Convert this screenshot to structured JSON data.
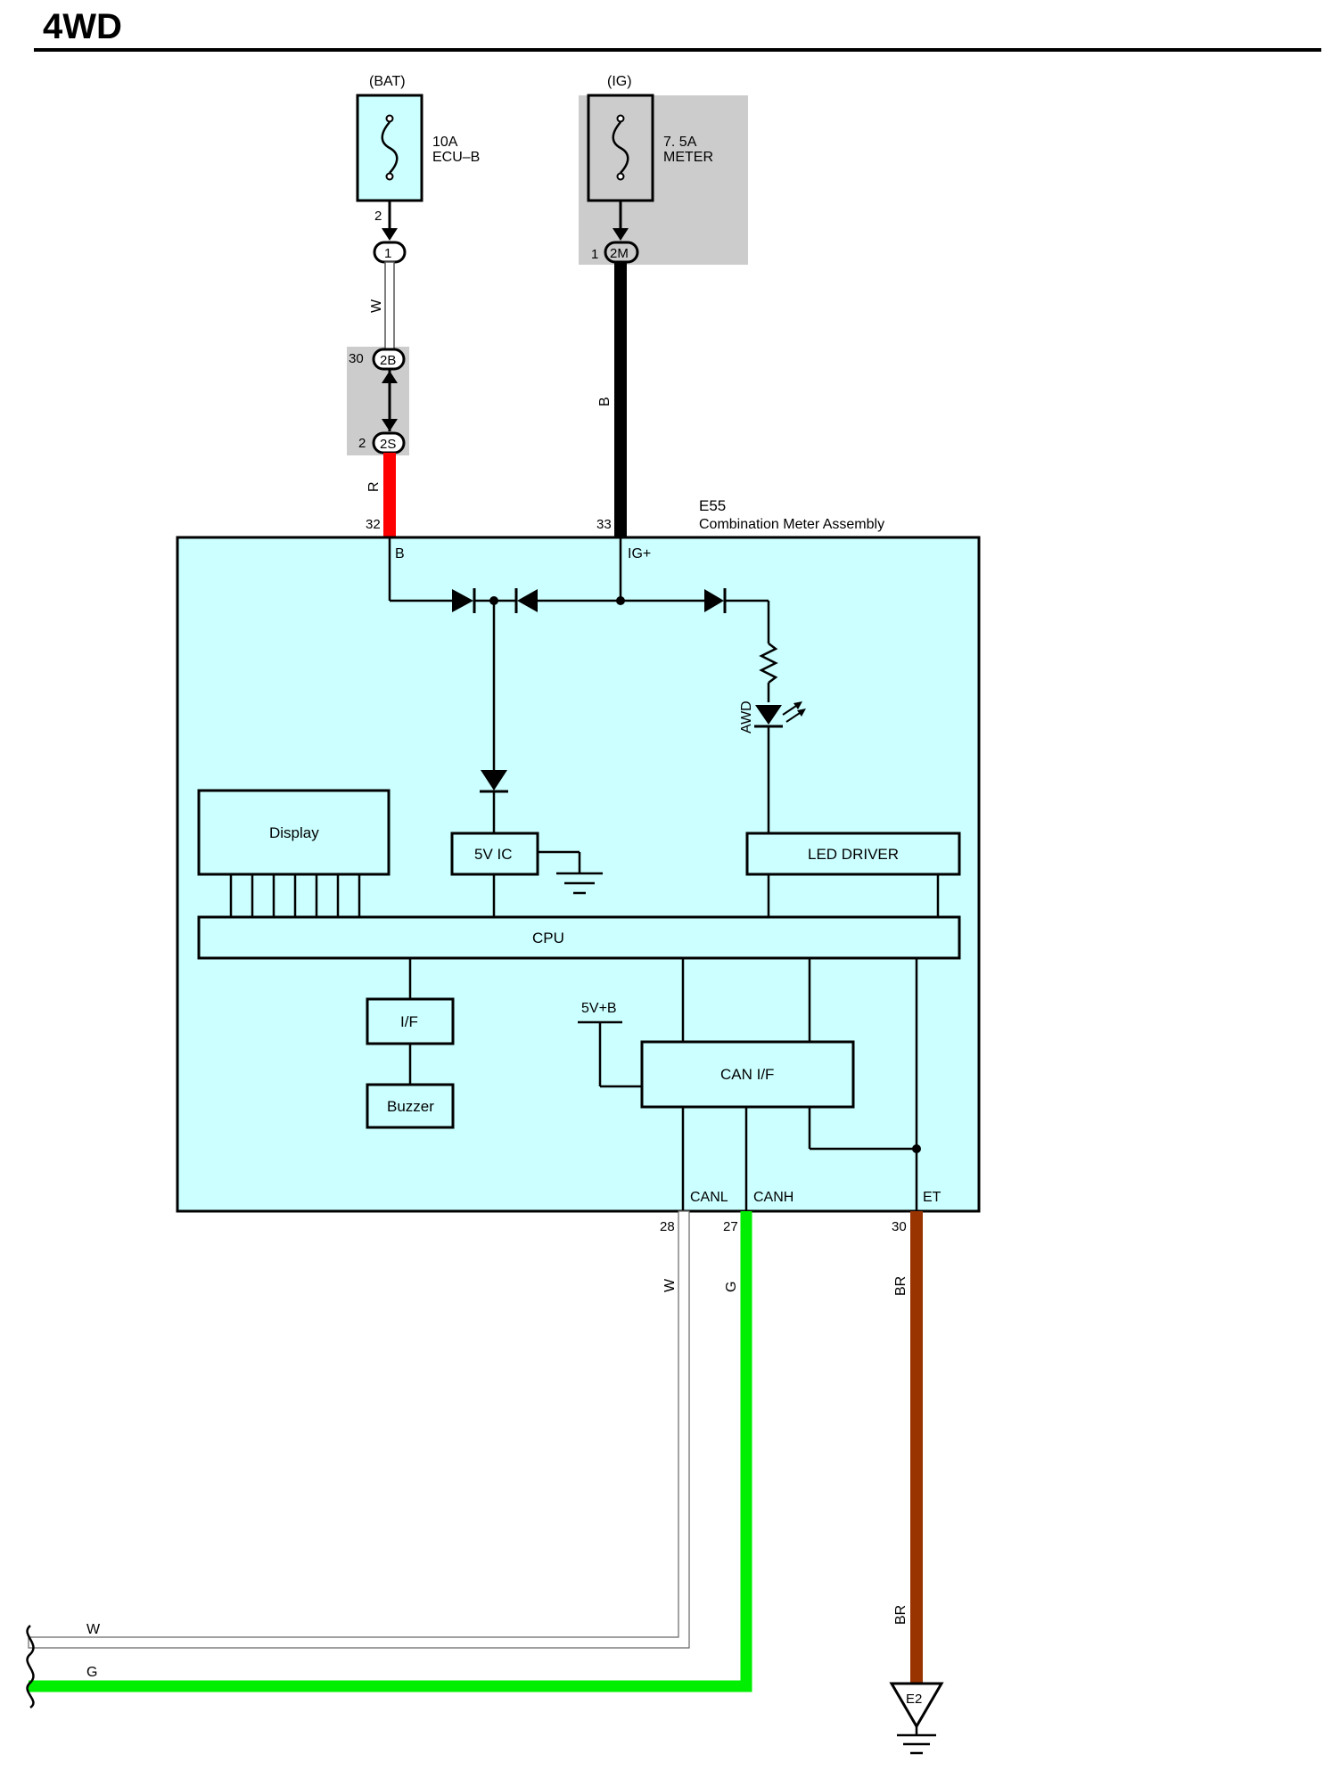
{
  "title": "4WD",
  "sources": {
    "bat": {
      "label": "(BAT)",
      "fuse_rating": "10A",
      "fuse_name": "ECU–B",
      "pin": "2"
    },
    "ig": {
      "label": "(IG)",
      "fuse_rating": "7. 5A",
      "fuse_name": "METER",
      "pin": "1"
    }
  },
  "connectors": {
    "c1": "1",
    "c2b": {
      "name": "2B",
      "pin": "30"
    },
    "c2s": {
      "name": "2S",
      "pin": "2"
    },
    "c2m": "2M"
  },
  "component": {
    "id": "E55",
    "name": "Combination Meter Assembly",
    "terminals": {
      "b": "B",
      "ig": "IG+",
      "canl": "CANL",
      "canh": "CANH",
      "et": "ET"
    },
    "pins": {
      "b": "32",
      "ig": "33",
      "canl": "28",
      "canh": "27",
      "et": "30"
    },
    "blocks": {
      "display": "Display",
      "ic5v": "5V IC",
      "led_driver": "LED DRIVER",
      "cpu": "CPU",
      "iface": "I/F",
      "buzzer": "Buzzer",
      "can_if": "CAN I/F",
      "supply": "5V+B",
      "led": "AWD"
    }
  },
  "wires": {
    "bat_top": "W",
    "bat_bottom": "R",
    "ig": "B",
    "canl": "W",
    "canh": "G",
    "et_upper": "BR",
    "et_lower": "BR",
    "bus_w": "W",
    "bus_g": "G"
  },
  "ground": {
    "name": "E2"
  },
  "colors": {
    "panel": "#ccffff",
    "shade": "#cccccc",
    "wire_red": "#ff0000",
    "wire_black": "#000000",
    "wire_green": "#00ee00",
    "wire_brown": "#993300",
    "wire_white": "#ffffff"
  }
}
